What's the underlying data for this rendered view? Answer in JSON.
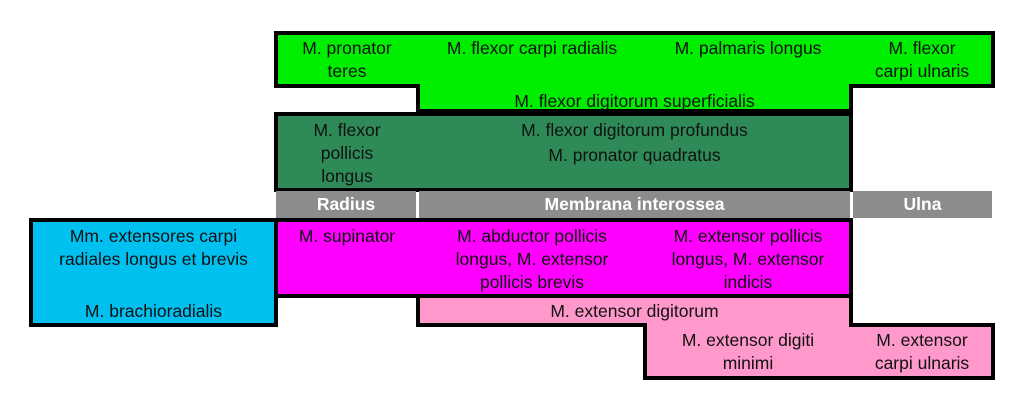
{
  "colors": {
    "flexor_superficial": "#00ee00",
    "flexor_deep": "#2e8b57",
    "extensor_deep": "#ff00ff",
    "extensor_superficial": "#ff99cc",
    "radial_group": "#00c0f0",
    "bone_bar": "#8c8c8c",
    "outline": "#000000"
  },
  "flexors_superficial": {
    "pronator_teres": [
      "M. pronator",
      "teres"
    ],
    "flexor_carpi_radialis": "M. flexor carpi radialis",
    "palmaris_longus": "M. palmaris longus",
    "flexor_carpi_ulnaris": [
      "M. flexor",
      "carpi ulnaris"
    ],
    "flexor_digitorum_superficialis": "M. flexor digitorum superficialis"
  },
  "flexors_deep": {
    "flexor_pollicis_longus": [
      "M. flexor",
      "pollicis",
      "longus"
    ],
    "flexor_digitorum_profundus": "M. flexor digitorum profundus",
    "pronator_quadratus": "M. pronator quadratus"
  },
  "bones": {
    "radius": "Radius",
    "membrana": "Membrana interossea",
    "ulna": "Ulna"
  },
  "radial_group": {
    "extensores_carpi_radiales": [
      "Mm. extensores carpi",
      "radiales longus et brevis"
    ],
    "brachioradialis": "M. brachioradialis"
  },
  "extensors_deep": {
    "supinator": "M. supinator",
    "abductor_pollicis": [
      "M. abductor pollicis",
      "longus, M. extensor",
      "pollicis brevis"
    ],
    "extensor_pollicis": [
      "M. extensor pollicis",
      "longus, M. extensor",
      "indicis"
    ]
  },
  "extensors_superficial": {
    "extensor_digitorum": "M. extensor digitorum",
    "extensor_digiti_minimi": [
      "M. extensor digiti",
      "minimi"
    ],
    "extensor_carpi_ulnaris": [
      "M. extensor",
      "carpi ulnaris"
    ]
  }
}
